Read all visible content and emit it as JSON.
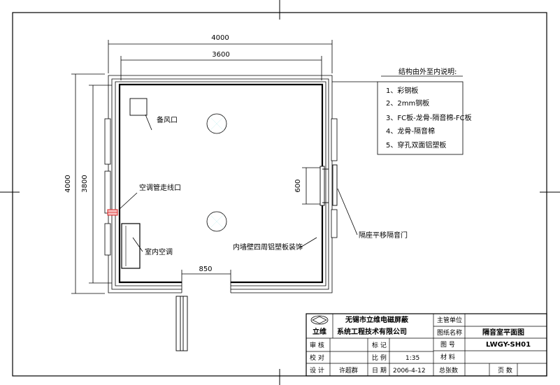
{
  "dimensions": {
    "outer_width": "4000",
    "inner_width": "3600",
    "outer_height": "4000",
    "inner_height": "3800",
    "door_width": "600",
    "entry_width": "850"
  },
  "notes": {
    "title": "结构由外至内说明:",
    "items": [
      "1、彩钢板",
      "2、2mm钢板",
      "3、FC板-龙骨-隔音棉-FC板",
      "4、龙骨-隔音棉",
      "5、穿孔双面铝塑板"
    ]
  },
  "labels": {
    "return_vent": "备风口",
    "ac_pipe": "空调管走线口",
    "indoor_ac": "室内空调",
    "wall_finish": "内墙壁四周铝塑板装饰",
    "sliding_door": "隔座平移隔音门"
  },
  "title_block": {
    "logo_text": "立维",
    "company_line1": "无锡市立维电磁屏蔽",
    "company_line2": "系统工程技术有限公司",
    "r1_label": "主管单位",
    "r2_label": "图纸名称",
    "r2_value": "隔音室平面图",
    "r3_label": "图 号",
    "r3_value": "LWGY-SH01",
    "r4_label": "材 料",
    "shenhe": "审 核",
    "biaoji": "标 记",
    "jiaodui": "校 对",
    "bili": "比 例",
    "bili_value": "1:35",
    "sheji": "设 计",
    "designer": "许超群",
    "riqi": "日 期",
    "date_value": "2006-4-12",
    "zongzhang": "总张数",
    "yeshu": "页 数"
  }
}
